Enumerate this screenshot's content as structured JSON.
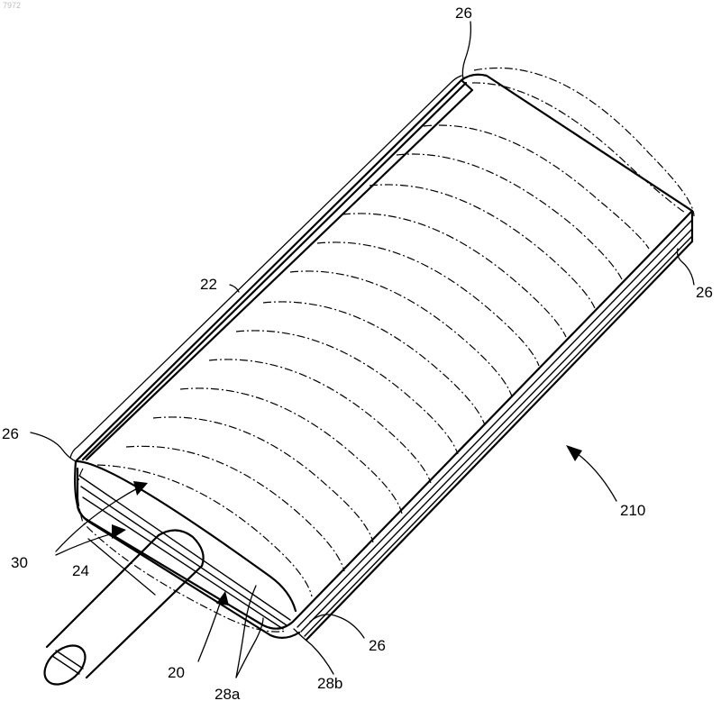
{
  "figure": {
    "corner_id": "7972",
    "labels": {
      "ref_26_top": "26",
      "ref_26_right": "26",
      "ref_26_left": "26",
      "ref_26_bottom": "26",
      "ref_22": "22",
      "ref_210": "210",
      "ref_30": "30",
      "ref_24": "24",
      "ref_20": "20",
      "ref_28a": "28a",
      "ref_28b": "28b"
    }
  }
}
